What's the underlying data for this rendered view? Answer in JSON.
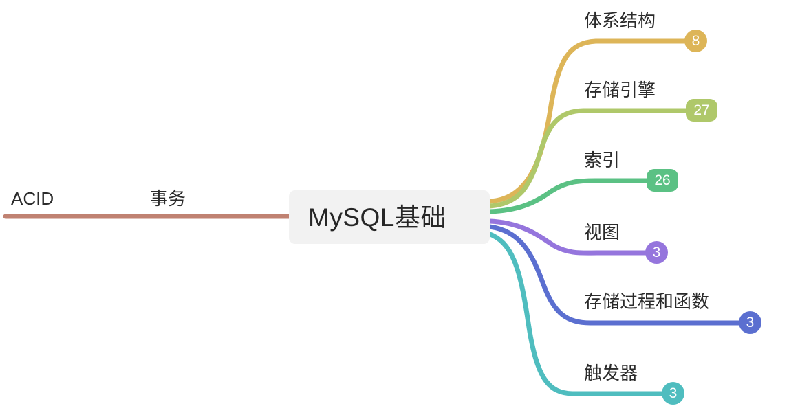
{
  "diagram": {
    "type": "mindmap",
    "background": "#ffffff",
    "center": {
      "label": "MySQL基础",
      "background": "#f2f2f2",
      "text_color": "#262626"
    },
    "left_labels": [
      {
        "text": "ACID"
      },
      {
        "text": "事务"
      }
    ],
    "left_branch": {
      "color": "#c08272"
    },
    "branches": [
      {
        "label": "体系结构",
        "badge": "8",
        "color": "#ddb558",
        "badge_shape": "circle"
      },
      {
        "label": "存储引擎",
        "badge": "27",
        "color": "#afc86a",
        "badge_shape": "pill"
      },
      {
        "label": "索引",
        "badge": "26",
        "color": "#5bc184",
        "badge_shape": "pill"
      },
      {
        "label": "视图",
        "badge": "3",
        "color": "#9575dd",
        "badge_shape": "circle"
      },
      {
        "label": "存储过程和函数",
        "badge": "3",
        "color": "#5b6fd0",
        "badge_shape": "circle"
      },
      {
        "label": "触发器",
        "badge": "3",
        "color": "#4fbdbf",
        "badge_shape": "circle"
      }
    ]
  }
}
